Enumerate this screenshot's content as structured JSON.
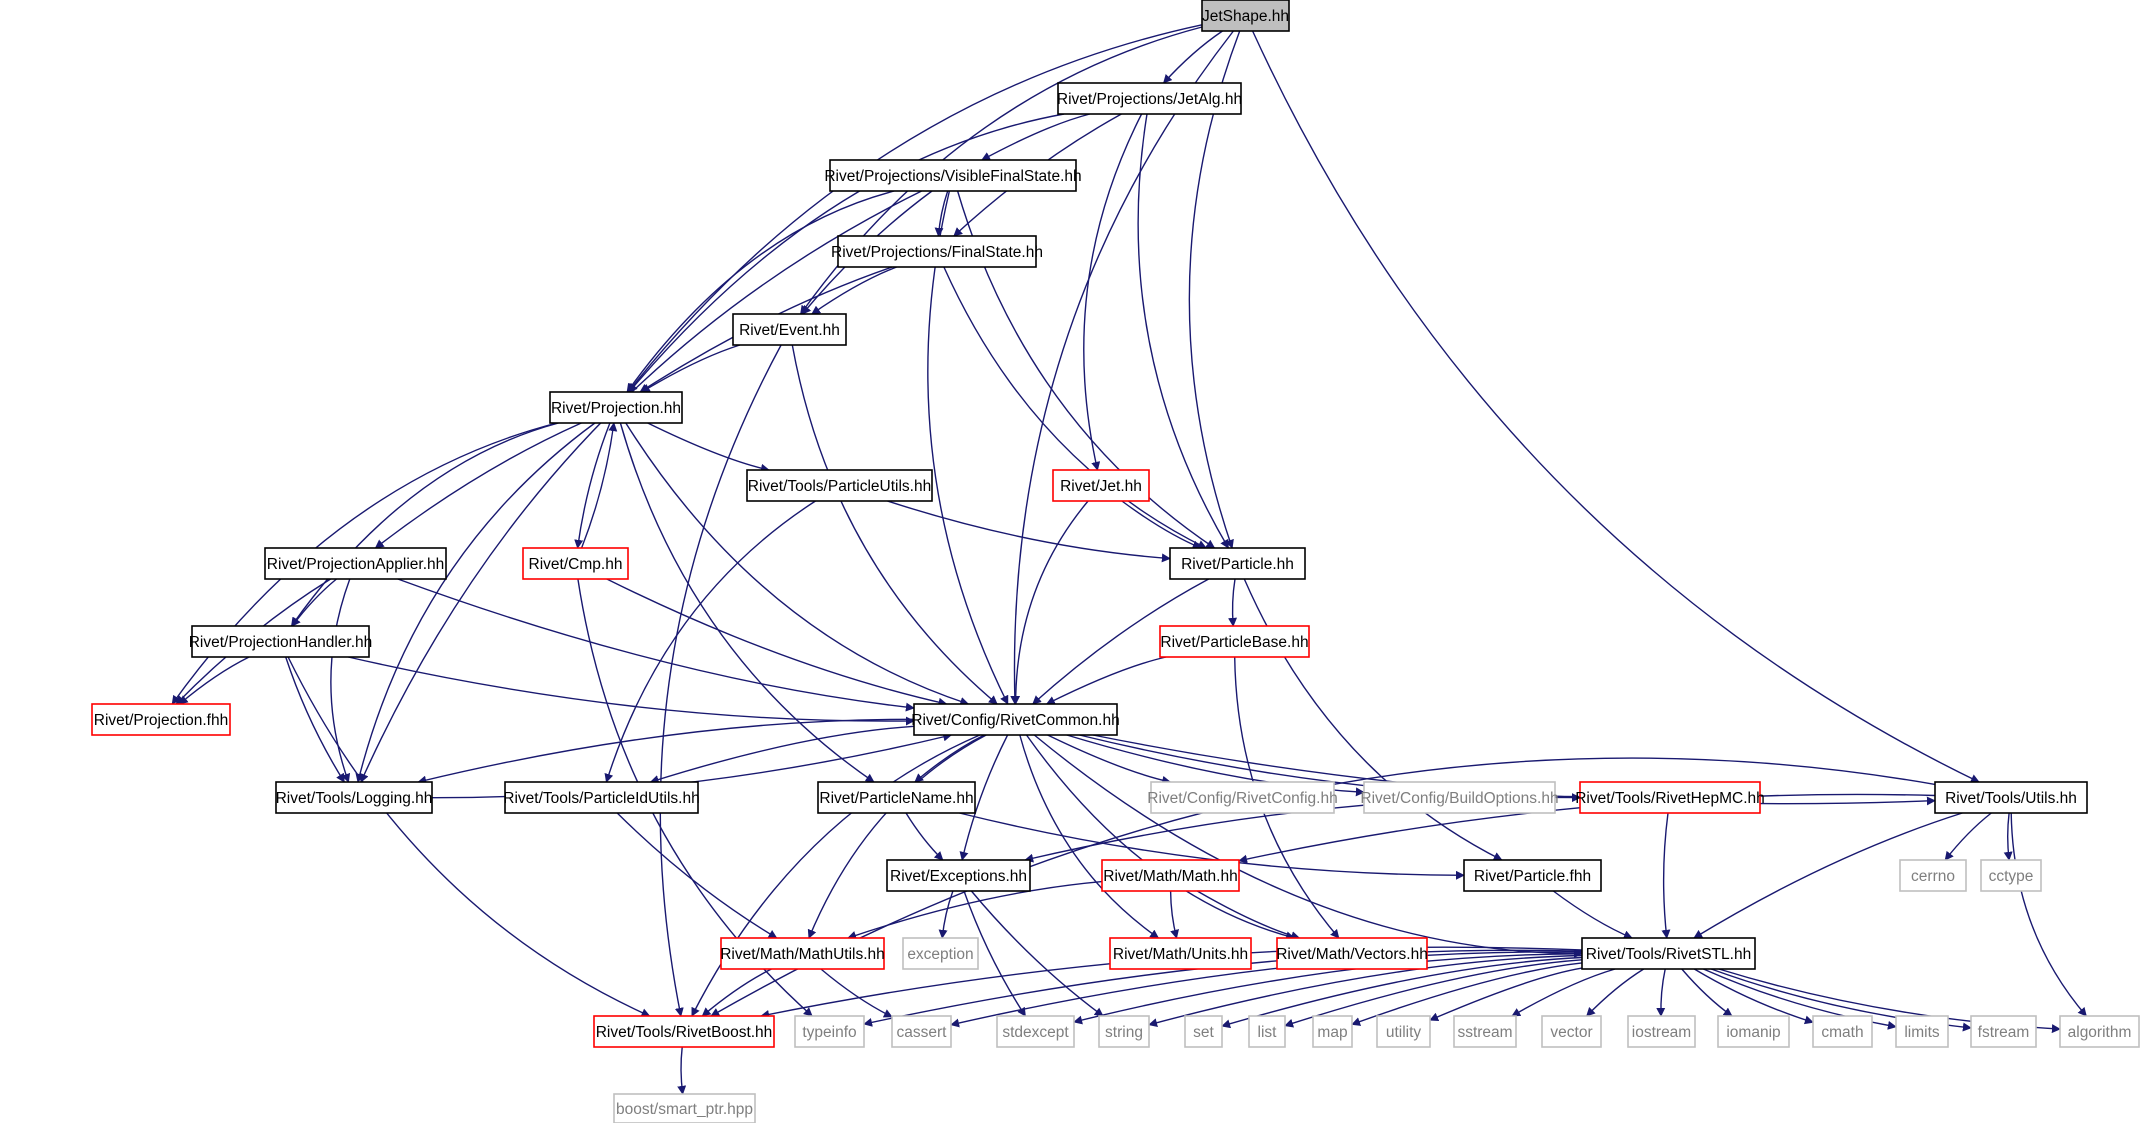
{
  "colors": {
    "edge": "#191970",
    "root_fill": "#bfbfbf",
    "box_black": "#000000",
    "box_red": "#ff0000",
    "box_gray": "#bfbfbf",
    "text_dark": "#000000",
    "text_gray": "#7f7f7f"
  },
  "diagram": {
    "nodes": [
      {
        "id": "jetshape",
        "label": "JetShape.hh",
        "style": "root"
      },
      {
        "id": "jetalg",
        "label": "Rivet/Projections/JetAlg.hh",
        "style": "black"
      },
      {
        "id": "vfs",
        "label": "Rivet/Projections/VisibleFinalState.hh",
        "style": "black"
      },
      {
        "id": "fs",
        "label": "Rivet/Projections/FinalState.hh",
        "style": "black"
      },
      {
        "id": "event",
        "label": "Rivet/Event.hh",
        "style": "black"
      },
      {
        "id": "projection",
        "label": "Rivet/Projection.hh",
        "style": "black"
      },
      {
        "id": "particleutils",
        "label": "Rivet/Tools/ParticleUtils.hh",
        "style": "black"
      },
      {
        "id": "jet",
        "label": "Rivet/Jet.hh",
        "style": "red"
      },
      {
        "id": "projapplier",
        "label": "Rivet/ProjectionApplier.hh",
        "style": "black"
      },
      {
        "id": "cmp",
        "label": "Rivet/Cmp.hh",
        "style": "red"
      },
      {
        "id": "particle",
        "label": "Rivet/Particle.hh",
        "style": "black"
      },
      {
        "id": "projhandler",
        "label": "Rivet/ProjectionHandler.hh",
        "style": "black"
      },
      {
        "id": "particlebase",
        "label": "Rivet/ParticleBase.hh",
        "style": "red"
      },
      {
        "id": "projfhh",
        "label": "Rivet/Projection.fhh",
        "style": "red"
      },
      {
        "id": "rivetcommon",
        "label": "Rivet/Config/RivetCommon.hh",
        "style": "black"
      },
      {
        "id": "logging",
        "label": "Rivet/Tools/Logging.hh",
        "style": "black"
      },
      {
        "id": "pidutils",
        "label": "Rivet/Tools/ParticleIdUtils.hh",
        "style": "black"
      },
      {
        "id": "pname",
        "label": "Rivet/ParticleName.hh",
        "style": "black"
      },
      {
        "id": "rivetconfig",
        "label": "Rivet/Config/RivetConfig.hh",
        "style": "gray"
      },
      {
        "id": "buildoptions",
        "label": "Rivet/Config/BuildOptions.hh",
        "style": "gray"
      },
      {
        "id": "hepmc",
        "label": "Rivet/Tools/RivetHepMC.hh",
        "style": "red"
      },
      {
        "id": "utils",
        "label": "Rivet/Tools/Utils.hh",
        "style": "black"
      },
      {
        "id": "exceptions",
        "label": "Rivet/Exceptions.hh",
        "style": "black"
      },
      {
        "id": "math",
        "label": "Rivet/Math/Math.hh",
        "style": "red"
      },
      {
        "id": "particlefhh",
        "label": "Rivet/Particle.fhh",
        "style": "black"
      },
      {
        "id": "cerrno",
        "label": "cerrno",
        "style": "gray"
      },
      {
        "id": "cctype",
        "label": "cctype",
        "style": "gray"
      },
      {
        "id": "exception",
        "label": "exception",
        "style": "gray"
      },
      {
        "id": "mathutils",
        "label": "Rivet/Math/MathUtils.hh",
        "style": "red"
      },
      {
        "id": "units",
        "label": "Rivet/Math/Units.hh",
        "style": "red"
      },
      {
        "id": "vectors",
        "label": "Rivet/Math/Vectors.hh",
        "style": "red"
      },
      {
        "id": "rivetstl",
        "label": "Rivet/Tools/RivetSTL.hh",
        "style": "black"
      },
      {
        "id": "rivetboost",
        "label": "Rivet/Tools/RivetBoost.hh",
        "style": "red"
      },
      {
        "id": "typeinfo",
        "label": "typeinfo",
        "style": "gray"
      },
      {
        "id": "cassert",
        "label": "cassert",
        "style": "gray"
      },
      {
        "id": "stdexcept",
        "label": "stdexcept",
        "style": "gray"
      },
      {
        "id": "string",
        "label": "string",
        "style": "gray"
      },
      {
        "id": "set",
        "label": "set",
        "style": "gray"
      },
      {
        "id": "list",
        "label": "list",
        "style": "gray"
      },
      {
        "id": "map",
        "label": "map",
        "style": "gray"
      },
      {
        "id": "utility",
        "label": "utility",
        "style": "gray"
      },
      {
        "id": "sstream",
        "label": "sstream",
        "style": "gray"
      },
      {
        "id": "vector",
        "label": "vector",
        "style": "gray"
      },
      {
        "id": "iostream",
        "label": "iostream",
        "style": "gray"
      },
      {
        "id": "iomanip",
        "label": "iomanip",
        "style": "gray"
      },
      {
        "id": "cmath",
        "label": "cmath",
        "style": "gray"
      },
      {
        "id": "limits",
        "label": "limits",
        "style": "gray"
      },
      {
        "id": "fstream",
        "label": "fstream",
        "style": "gray"
      },
      {
        "id": "algorithm",
        "label": "algorithm",
        "style": "gray"
      },
      {
        "id": "smartptr",
        "label": "boost/smart_ptr.hpp",
        "style": "gray"
      }
    ],
    "edges": [
      [
        "jetshape",
        "jetalg"
      ],
      [
        "jetshape",
        "event"
      ],
      [
        "jetshape",
        "projection"
      ],
      [
        "jetshape",
        "rivetcommon"
      ],
      [
        "jetshape",
        "particle"
      ],
      [
        "jetshape",
        "utils"
      ],
      [
        "jetalg",
        "vfs"
      ],
      [
        "jetalg",
        "fs"
      ],
      [
        "jetalg",
        "projection"
      ],
      [
        "jetalg",
        "jet"
      ],
      [
        "jetalg",
        "particle"
      ],
      [
        "vfs",
        "fs"
      ],
      [
        "vfs",
        "event"
      ],
      [
        "vfs",
        "projection"
      ],
      [
        "vfs",
        "rivetcommon"
      ],
      [
        "vfs",
        "particle"
      ],
      [
        "vfs",
        "logging"
      ],
      [
        "fs",
        "event"
      ],
      [
        "fs",
        "projection"
      ],
      [
        "fs",
        "particle"
      ],
      [
        "event",
        "projection"
      ],
      [
        "event",
        "rivetcommon"
      ],
      [
        "event",
        "rivetboost"
      ],
      [
        "projection",
        "particleutils"
      ],
      [
        "projection",
        "cmp"
      ],
      [
        "projection",
        "projapplier"
      ],
      [
        "projection",
        "projhandler"
      ],
      [
        "projection",
        "projfhh"
      ],
      [
        "projection",
        "rivetcommon"
      ],
      [
        "projection",
        "logging"
      ],
      [
        "projection",
        "pname"
      ],
      [
        "cmp",
        "projection"
      ],
      [
        "cmp",
        "rivetcommon"
      ],
      [
        "cmp",
        "typeinfo"
      ],
      [
        "particleutils",
        "particle"
      ],
      [
        "particleutils",
        "pidutils"
      ],
      [
        "jet",
        "particle"
      ],
      [
        "jet",
        "rivetcommon"
      ],
      [
        "projapplier",
        "projhandler"
      ],
      [
        "projapplier",
        "projfhh"
      ],
      [
        "projapplier",
        "rivetcommon"
      ],
      [
        "projapplier",
        "logging"
      ],
      [
        "particle",
        "particlebase"
      ],
      [
        "particle",
        "rivetcommon"
      ],
      [
        "particle",
        "particlefhh"
      ],
      [
        "projhandler",
        "projfhh"
      ],
      [
        "projhandler",
        "rivetcommon"
      ],
      [
        "projhandler",
        "logging"
      ],
      [
        "projhandler",
        "rivetboost"
      ],
      [
        "particlebase",
        "rivetcommon"
      ],
      [
        "particlebase",
        "vectors"
      ],
      [
        "rivetcommon",
        "logging"
      ],
      [
        "rivetcommon",
        "pidutils"
      ],
      [
        "rivetcommon",
        "pname"
      ],
      [
        "rivetcommon",
        "rivetconfig"
      ],
      [
        "rivetcommon",
        "buildoptions"
      ],
      [
        "rivetcommon",
        "hepmc"
      ],
      [
        "rivetcommon",
        "utils"
      ],
      [
        "rivetcommon",
        "exceptions"
      ],
      [
        "rivetcommon",
        "mathutils"
      ],
      [
        "rivetcommon",
        "units"
      ],
      [
        "rivetcommon",
        "vectors"
      ],
      [
        "rivetcommon",
        "rivetstl"
      ],
      [
        "rivetcommon",
        "rivetboost"
      ],
      [
        "logging",
        "rivetcommon"
      ],
      [
        "pidutils",
        "mathutils"
      ],
      [
        "pname",
        "exceptions"
      ],
      [
        "pname",
        "particlefhh"
      ],
      [
        "hepmc",
        "exceptions"
      ],
      [
        "hepmc",
        "rivetstl"
      ],
      [
        "utils",
        "math"
      ],
      [
        "utils",
        "cerrno"
      ],
      [
        "utils",
        "cctype"
      ],
      [
        "utils",
        "rivetstl"
      ],
      [
        "utils",
        "rivetboost"
      ],
      [
        "utils",
        "algorithm"
      ],
      [
        "exceptions",
        "exception"
      ],
      [
        "exceptions",
        "stdexcept"
      ],
      [
        "exceptions",
        "string"
      ],
      [
        "math",
        "mathutils"
      ],
      [
        "math",
        "units"
      ],
      [
        "math",
        "vectors"
      ],
      [
        "mathutils",
        "rivetboost"
      ],
      [
        "mathutils",
        "cassert"
      ],
      [
        "particlefhh",
        "rivetstl"
      ],
      [
        "rivetstl",
        "rivetboost"
      ],
      [
        "rivetstl",
        "typeinfo"
      ],
      [
        "rivetstl",
        "cassert"
      ],
      [
        "rivetstl",
        "stdexcept"
      ],
      [
        "rivetstl",
        "string"
      ],
      [
        "rivetstl",
        "set"
      ],
      [
        "rivetstl",
        "list"
      ],
      [
        "rivetstl",
        "map"
      ],
      [
        "rivetstl",
        "utility"
      ],
      [
        "rivetstl",
        "sstream"
      ],
      [
        "rivetstl",
        "vector"
      ],
      [
        "rivetstl",
        "iostream"
      ],
      [
        "rivetstl",
        "iomanip"
      ],
      [
        "rivetstl",
        "cmath"
      ],
      [
        "rivetstl",
        "limits"
      ],
      [
        "rivetstl",
        "fstream"
      ],
      [
        "rivetstl",
        "algorithm"
      ],
      [
        "rivetboost",
        "smartptr"
      ]
    ]
  }
}
